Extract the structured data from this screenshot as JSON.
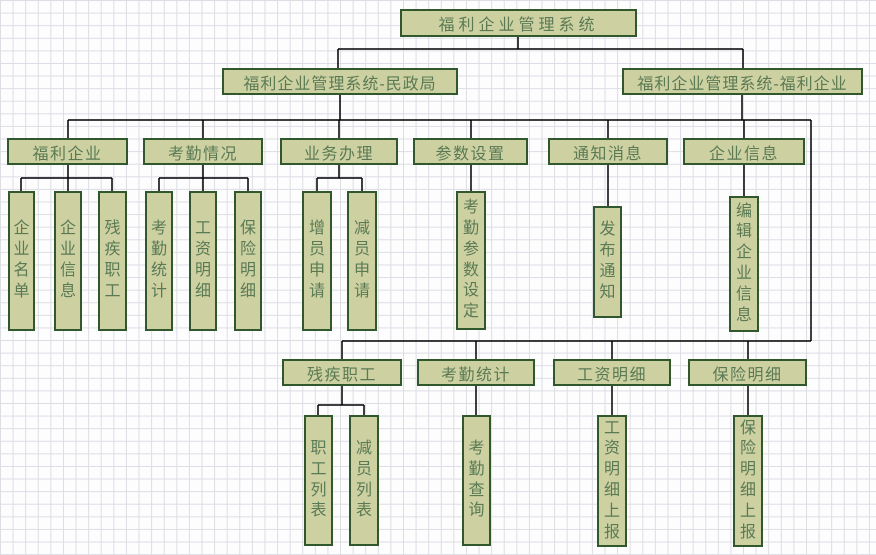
{
  "colors": {
    "box_fill": "#cdd1a2",
    "box_border": "#31572d",
    "box_text": "#5b7a54",
    "connector_line": "#000000",
    "grid_line": "#dcdde4"
  },
  "nodes": {
    "root": {
      "label": "福利企业管理系统"
    },
    "level2": [
      {
        "label": "福利企业管理系统-民政局"
      },
      {
        "label": "福利企业管理系统-福利企业"
      }
    ],
    "level3_top": [
      {
        "label": "福利企业"
      },
      {
        "label": "考勤情况"
      },
      {
        "label": "业务办理"
      },
      {
        "label": "参数设置"
      },
      {
        "label": "通知消息"
      },
      {
        "label": "企业信息"
      }
    ],
    "level4_top": [
      {
        "label": "企业名单"
      },
      {
        "label": "企业信息"
      },
      {
        "label": "残疾职工"
      },
      {
        "label": "考勤统计"
      },
      {
        "label": "工资明细"
      },
      {
        "label": "保险明细"
      },
      {
        "label": "增员申请"
      },
      {
        "label": "减员申请"
      },
      {
        "label": "考勤参数设定"
      },
      {
        "label": "发布通知"
      },
      {
        "label": "编辑企业信息"
      }
    ],
    "level3_bottom": [
      {
        "label": "残疾职工"
      },
      {
        "label": "考勤统计"
      },
      {
        "label": "工资明细"
      },
      {
        "label": "保险明细"
      }
    ],
    "level4_bottom": [
      {
        "label": "职工列表"
      },
      {
        "label": "减员列表"
      },
      {
        "label": "考勤查询"
      },
      {
        "label": "工资明细上报"
      },
      {
        "label": "保险明细上报"
      }
    ]
  }
}
